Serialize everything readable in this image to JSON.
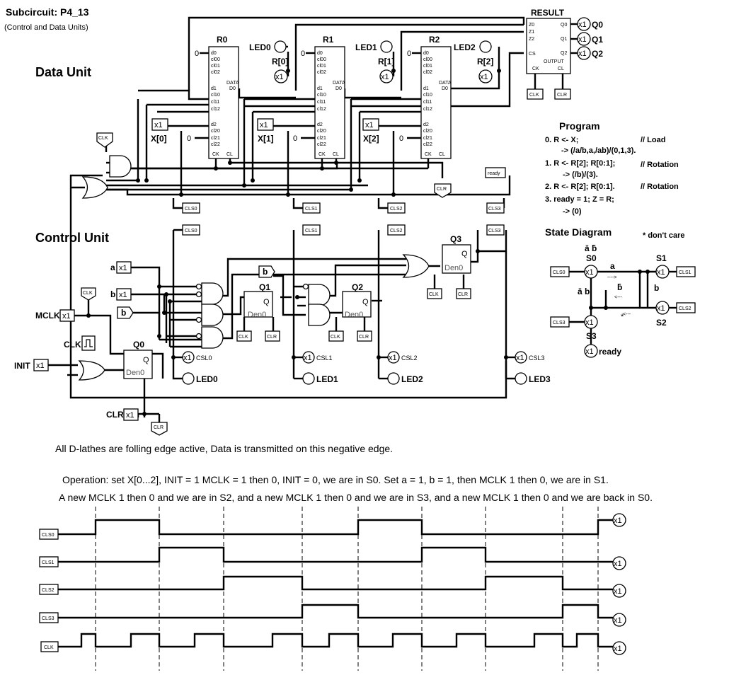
{
  "header": {
    "title": "Subcircuit: P4_13",
    "subtitle": "(Control and Data Units)"
  },
  "sections": {
    "data_unit": "Data Unit",
    "control_unit": "Control Unit",
    "program": "Program",
    "state_diagram": "State Diagram",
    "dont_care": "* don't care"
  },
  "registers": [
    {
      "name": "R0",
      "led": "LED0",
      "probe": "R[0]",
      "input": "X[0]"
    },
    {
      "name": "R1",
      "led": "LED1",
      "probe": "R[1]",
      "input": "X[1]"
    },
    {
      "name": "R2",
      "led": "LED2",
      "probe": "R[2]",
      "input": "X[2]"
    }
  ],
  "register_pins": {
    "d0": "d0",
    "cl00": "cl00",
    "cl01": "cl01",
    "cl02": "cl02",
    "data": "DATA",
    "d1": "d1",
    "d_out": "D0",
    "cl10": "cl10",
    "cl11": "cl11",
    "cl12": "cl12",
    "d2": "d2",
    "cl20": "cl20",
    "cl21": "cl21",
    "cl22": "cl22",
    "ck": "CK",
    "cl": "CL",
    "zero": "0"
  },
  "result": {
    "title": "RESULT",
    "z0": "Z0",
    "z1": "Z1",
    "z2": "Z2",
    "cs": "CS",
    "output": "OUTPUT",
    "ck": "CK",
    "cl": "CL",
    "q0": "Q0",
    "q1": "Q1",
    "q2": "Q2",
    "pin_q0": "Q0",
    "pin_q1": "Q1",
    "pin_q2": "Q2"
  },
  "program": [
    {
      "line": "0. R <- X;",
      "comment": "// Load",
      "sub": "-> (/a/b,a,/ab)/(0,1,3)."
    },
    {
      "line": "1. R <- R[2]; R[0:1];",
      "comment": "// Rotation",
      "sub": "-> (/b)/(3)."
    },
    {
      "line": "2. R <- R[2]; R[0:1].",
      "comment": "// Rotation",
      "sub": ""
    },
    {
      "line": "3. ready = 1; Z = R;",
      "comment": "",
      "sub": "-> (0)"
    }
  ],
  "tags": {
    "clk": "CLK",
    "clr": "CLR",
    "ready": "ready",
    "cls0": "CLS0",
    "cls1": "CLS1",
    "cls2": "CLS2",
    "cls3": "CLS3"
  },
  "probe_text": "x1",
  "control": {
    "flipflops": [
      "Q0",
      "Q1",
      "Q2",
      "Q3"
    ],
    "q": "Q",
    "den": "Den0",
    "inputs": {
      "a": "a",
      "b": "b",
      "mclk": "MCLK",
      "init": "INIT",
      "clr": "CLR",
      "clk": "CLK"
    },
    "outputs": [
      "CSL0",
      "CSL1",
      "CSL2",
      "CSL3"
    ],
    "leds": [
      "LED0",
      "LED1",
      "LED2",
      "LED3"
    ]
  },
  "state_diagram": {
    "top_label": "ā ƃ",
    "s0": "S0",
    "s1": "S1",
    "s2": "S2",
    "s3": "S3",
    "a": "a",
    "ab_bar": "ā b",
    "b_bar": "ƃ",
    "b": "b",
    "arrows": "---->",
    "arrows_back": "<---",
    "ready": "ready",
    "star": "*"
  },
  "notes": {
    "line1": "All D-lathes are folling edge active, Data is transmitted on this negative edge.",
    "line2": "Operation: set X[0...2], INIT = 1 MCLK = 1 then 0,  INIT = 0, we are in S0. Set a = 1, b = 1, then MCLK 1 then 0, we are in S1.",
    "line3": "A new MCLK 1 then 0 and we are in S2, and a new MCLK 1 then 0 and we are in S3, and a new MCLK 1 then 0 and we are back in S0."
  },
  "timing": {
    "signals": [
      "CLS0",
      "CLS1",
      "CLS2",
      "CLS3",
      "CLK"
    ]
  }
}
